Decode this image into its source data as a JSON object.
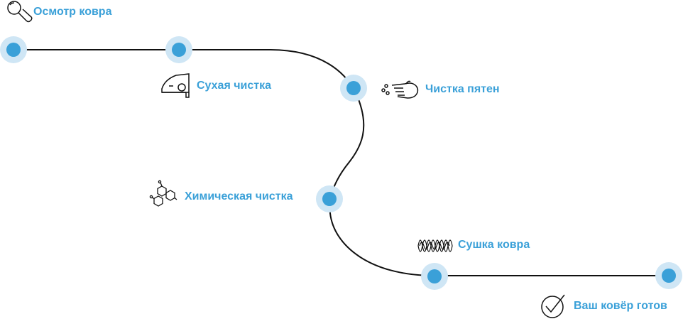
{
  "accent_color": "#3aa0d8",
  "halo_color": "#cfe6f5",
  "line_color": "#111111",
  "steps": [
    {
      "label": "Осмотр ковра",
      "icon": "magnifier-icon"
    },
    {
      "label": "Сухая чистка",
      "icon": "vacuum-cleaner-icon"
    },
    {
      "label": "Чистка пятен",
      "icon": "hand-spray-icon"
    },
    {
      "label": "Химическая чистка",
      "icon": "molecule-icon"
    },
    {
      "label": "Сушка ковра",
      "icon": "waves-icon"
    },
    {
      "label": "Ваш ковёр готов",
      "icon": "check-circle-icon"
    }
  ]
}
